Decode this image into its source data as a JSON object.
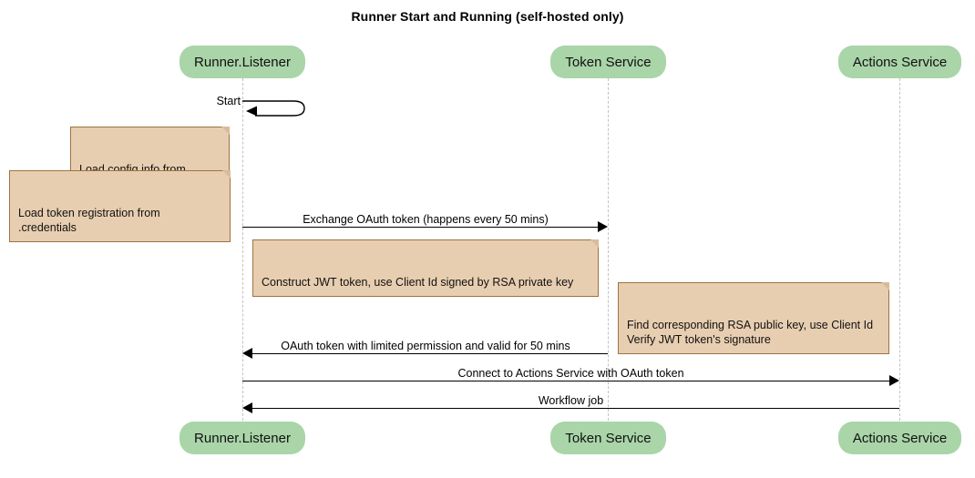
{
  "diagram": {
    "type": "sequence-diagram",
    "title": "Runner Start and Running (self-hosted only)",
    "colors": {
      "participant_fill": "#a9d5a9",
      "note_fill": "#e8ceb1",
      "note_border": "#9c7340",
      "lifeline": "#c2c2c2",
      "arrow": "#000000",
      "background": "#ffffff"
    },
    "participants": [
      {
        "id": "runner",
        "label": "Runner.Listener"
      },
      {
        "id": "token",
        "label": "Token Service"
      },
      {
        "id": "actions",
        "label": "Actions Service"
      }
    ],
    "messages": [
      {
        "id": "m1",
        "label": "Start",
        "from": "runner",
        "to": "runner",
        "kind": "self",
        "direction": "left"
      },
      {
        "id": "m2",
        "label": "Exchange OAuth token (happens every 50 mins)",
        "from": "runner",
        "to": "token",
        "kind": "solid",
        "direction": "right"
      },
      {
        "id": "m3",
        "label": "OAuth token with limited permission and valid for 50 mins",
        "from": "token",
        "to": "runner",
        "kind": "solid",
        "direction": "left"
      },
      {
        "id": "m4",
        "label": "Connect to Actions Service with OAuth token",
        "from": "runner",
        "to": "actions",
        "kind": "solid",
        "direction": "right"
      },
      {
        "id": "m5",
        "label": "Workflow job",
        "from": "actions",
        "to": "runner",
        "kind": "solid",
        "direction": "left"
      }
    ],
    "notes": [
      {
        "id": "n1",
        "text": "Load config info from .runner",
        "attached_to": "runner",
        "position": "left"
      },
      {
        "id": "n2",
        "text": "Load token registration from .credentials",
        "attached_to": "runner",
        "position": "left"
      },
      {
        "id": "n3",
        "text": "Construct JWT token, use Client Id signed by RSA private key",
        "attached_to": "runner",
        "position": "right"
      },
      {
        "id": "n4",
        "text": "Find corresponding RSA public key, use Client Id\nVerify JWT token's signature",
        "attached_to": "token",
        "position": "right"
      }
    ]
  }
}
